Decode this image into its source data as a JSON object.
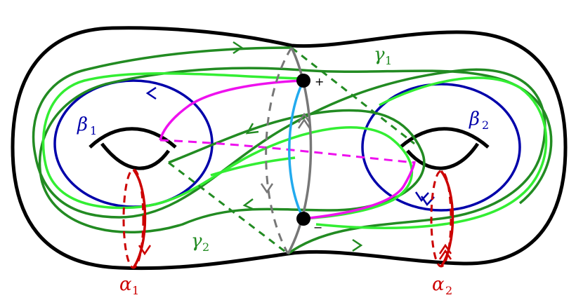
{
  "labels": {
    "alpha1": {
      "main": "α",
      "sub": "1"
    },
    "alpha2": {
      "main": "α",
      "sub": "2"
    },
    "beta1": {
      "main": "β",
      "sub": "1"
    },
    "beta2": {
      "main": "β",
      "sub": "2"
    },
    "gamma1": {
      "main": "γ",
      "sub": "1"
    },
    "gamma2": {
      "main": "γ",
      "sub": "2"
    },
    "plus": "+",
    "minus": "−"
  },
  "colors": {
    "surface": "#000000",
    "alpha": "#cc0000",
    "beta": "#0000aa",
    "gamma_dark": "#228b22",
    "gamma_light": "#33ee33",
    "magenta": "#ee11ee",
    "cyan": "#22aaee",
    "gray": "#777777"
  }
}
